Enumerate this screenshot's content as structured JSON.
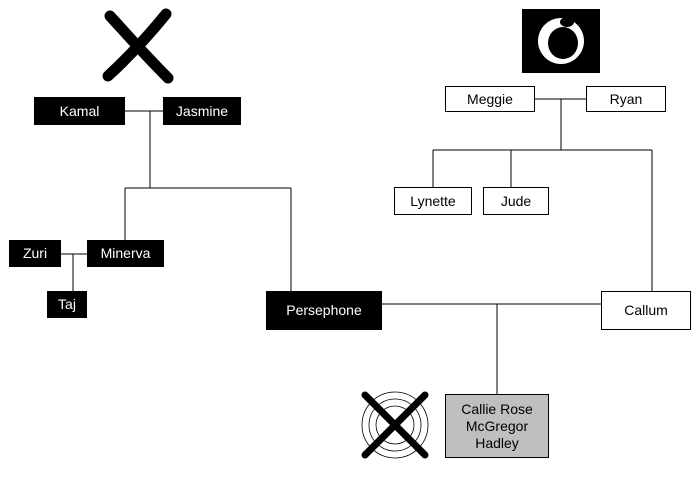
{
  "colors": {
    "black_node": "#000000",
    "white_node": "#ffffff",
    "grey_node": "#bfbfbf",
    "line": "#000000"
  },
  "icons": {
    "cross_top": "cross-icon",
    "circle_top": "circle-icon",
    "target_cross": "crossed-target-icon"
  },
  "people": {
    "kamal": "Kamal",
    "jasmine": "Jasmine",
    "meggie": "Meggie",
    "ryan": "Ryan",
    "lynette": "Lynette",
    "jude": "Jude",
    "zuri": "Zuri",
    "minerva": "Minerva",
    "taj": "Taj",
    "persephone": "Persephone",
    "callum": "Callum",
    "callie_lines": [
      "Callie Rose",
      "McGregor",
      "Hadley"
    ]
  }
}
